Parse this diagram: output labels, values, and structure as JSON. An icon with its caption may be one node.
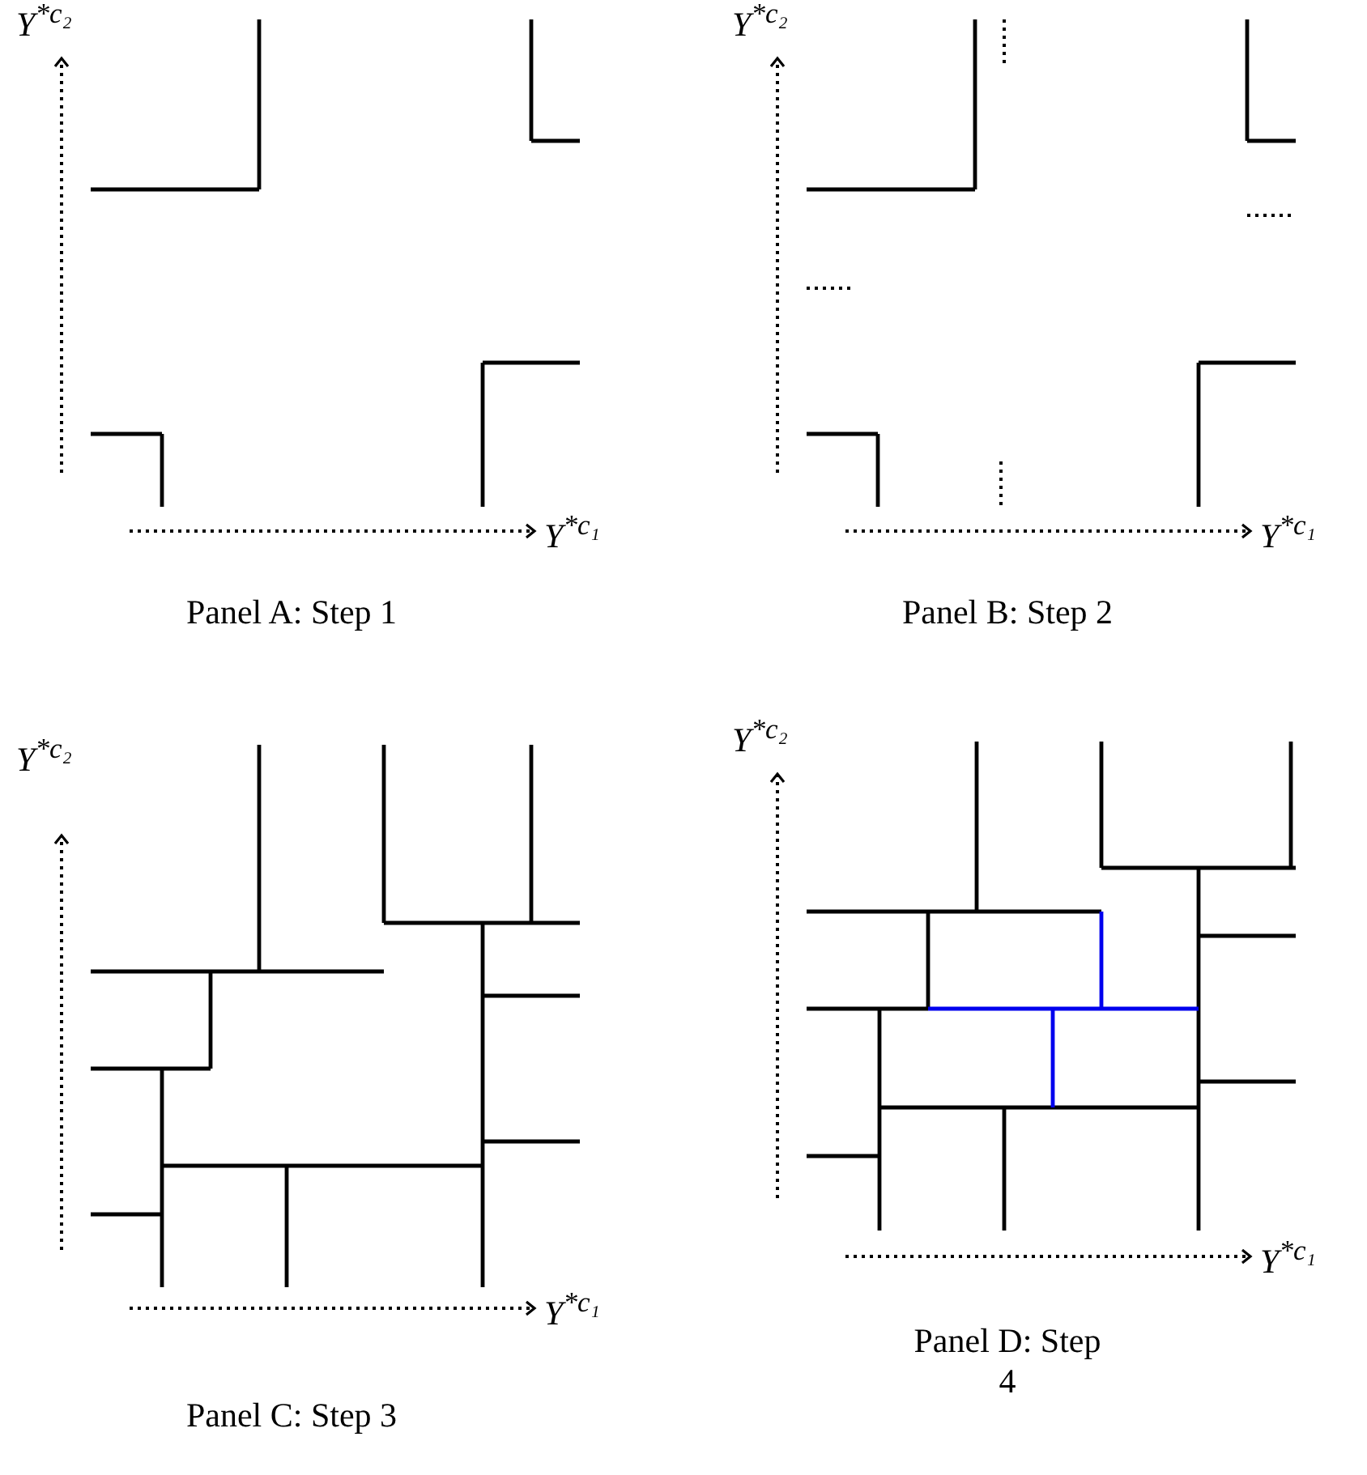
{
  "diagram": {
    "labels": [
      "Y$^{*c₂}$",
      "Y$^{*c₂}$",
      "Y$^{*c₁}$",
      "Y$^{*c₁}$",
      "Panel A: Step 1",
      "Panel B: Step 2",
      "Y$^{*c₂}$",
      "Y$^{*c₂}$",
      "Y$^{*c₁}$",
      "Y$^{*c₁}$",
      "Panel C: Step 3",
      "Panel D: Step 4"
    ]
  }
}
